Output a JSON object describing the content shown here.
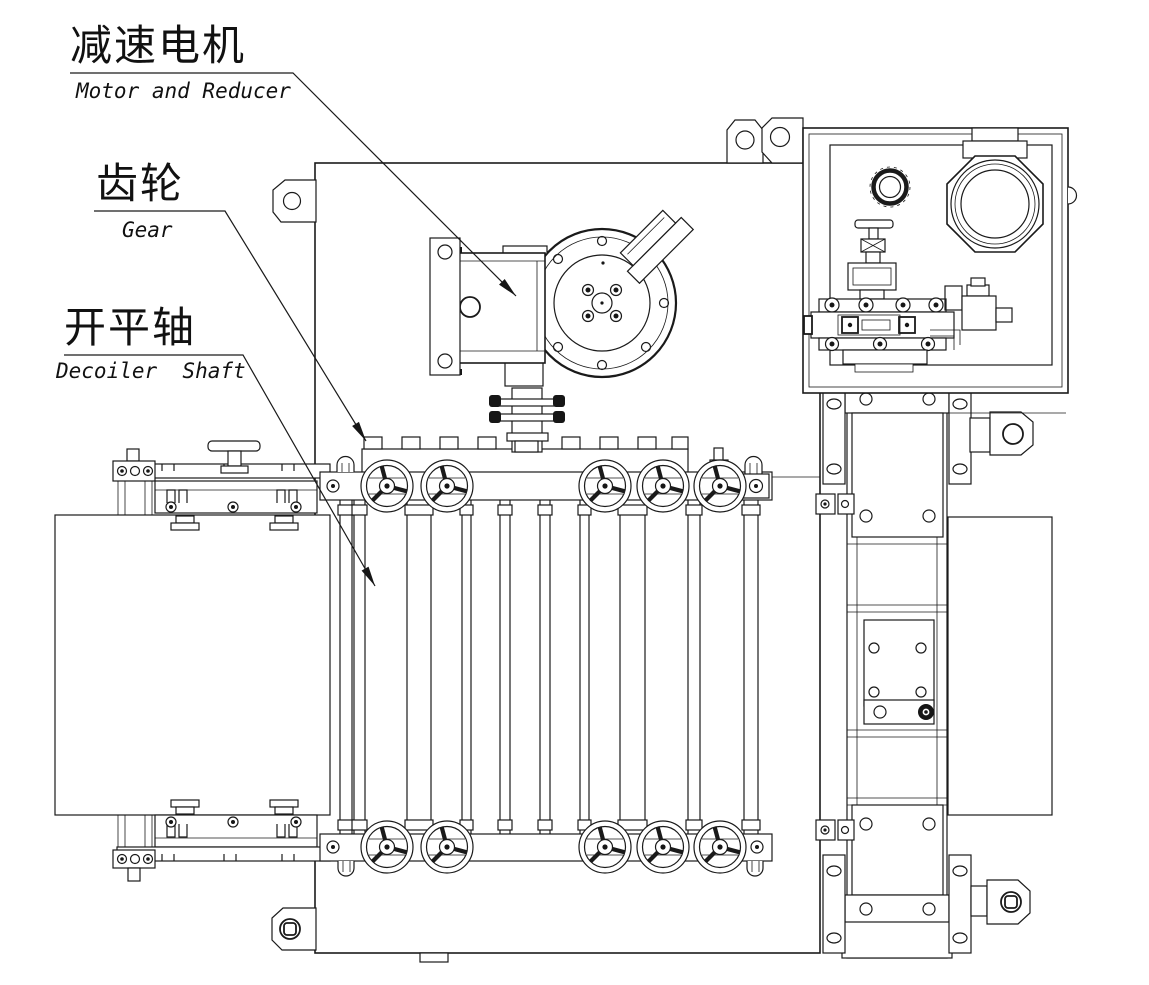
{
  "page": {
    "background": "#ffffff",
    "line_color": "#1a1a1a"
  },
  "callouts": [
    {
      "zh": "减速电机",
      "en": "Motor and Reducer"
    },
    {
      "zh": "齿轮",
      "en": "Gear"
    },
    {
      "zh": "开平轴",
      "en": "Decoiler  Shaft"
    }
  ]
}
